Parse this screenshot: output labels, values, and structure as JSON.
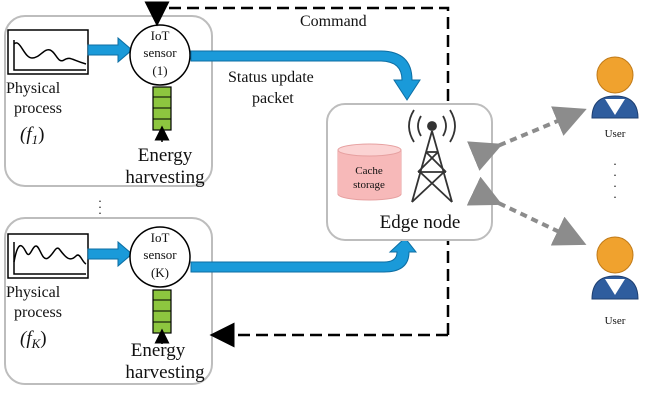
{
  "labels": {
    "command": "Command",
    "status_update_line1": "Status update",
    "status_update_line2": "packet",
    "edge_node": "Edge node",
    "cache_line1": "Cache",
    "cache_line2": "storage",
    "user_1": "User",
    "user_2": "User",
    "sensor_1": {
      "line1": "IoT",
      "line2": "sensor",
      "line3": "(1)"
    },
    "sensor_k": {
      "line1": "IoT",
      "line2": "sensor",
      "line3": "(K)"
    },
    "physical_1": {
      "line1": "Physical",
      "line2": "process",
      "f_base": "(f",
      "f_sub": "1",
      "f_close": ")"
    },
    "physical_k": {
      "line1": "Physical",
      "line2": "process",
      "f_base": "(f",
      "f_sub": "K",
      "f_close": ")"
    },
    "energy_1": {
      "line1": "Energy",
      "line2": "harvesting"
    },
    "energy_k": {
      "line1": "Energy",
      "line2": "harvesting"
    }
  },
  "colors": {
    "arrow_blue": "#1a9ad9",
    "arrow_blue_dark": "#0d6ea3",
    "battery_green": "#8dc63f",
    "cache_pink": "#f7b9b9",
    "user_orange": "#f0a22e",
    "user_blue": "#2f5d9e",
    "box_border": "#bdbdbd",
    "dashed_gray": "#8c8c8c"
  },
  "icons": [
    "waveform-icon",
    "battery-icon",
    "tower-icon",
    "cache-cylinder-icon",
    "user-icon"
  ]
}
